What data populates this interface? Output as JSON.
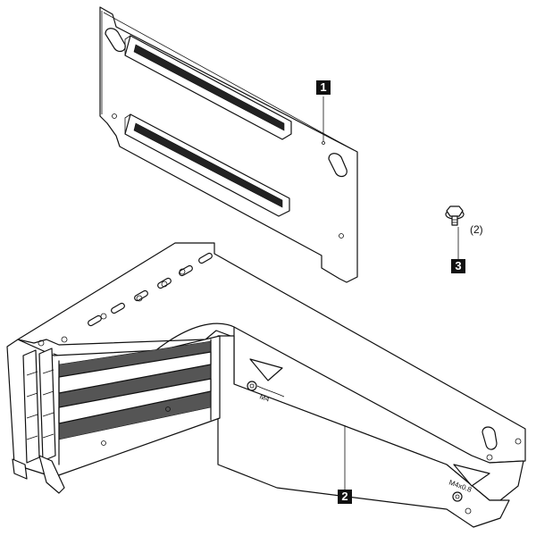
{
  "callouts": {
    "riser_card": "1",
    "bracket": "2",
    "screw": "3"
  },
  "screw_quantity": "(2)",
  "bracket_marking": "M4x0.8"
}
